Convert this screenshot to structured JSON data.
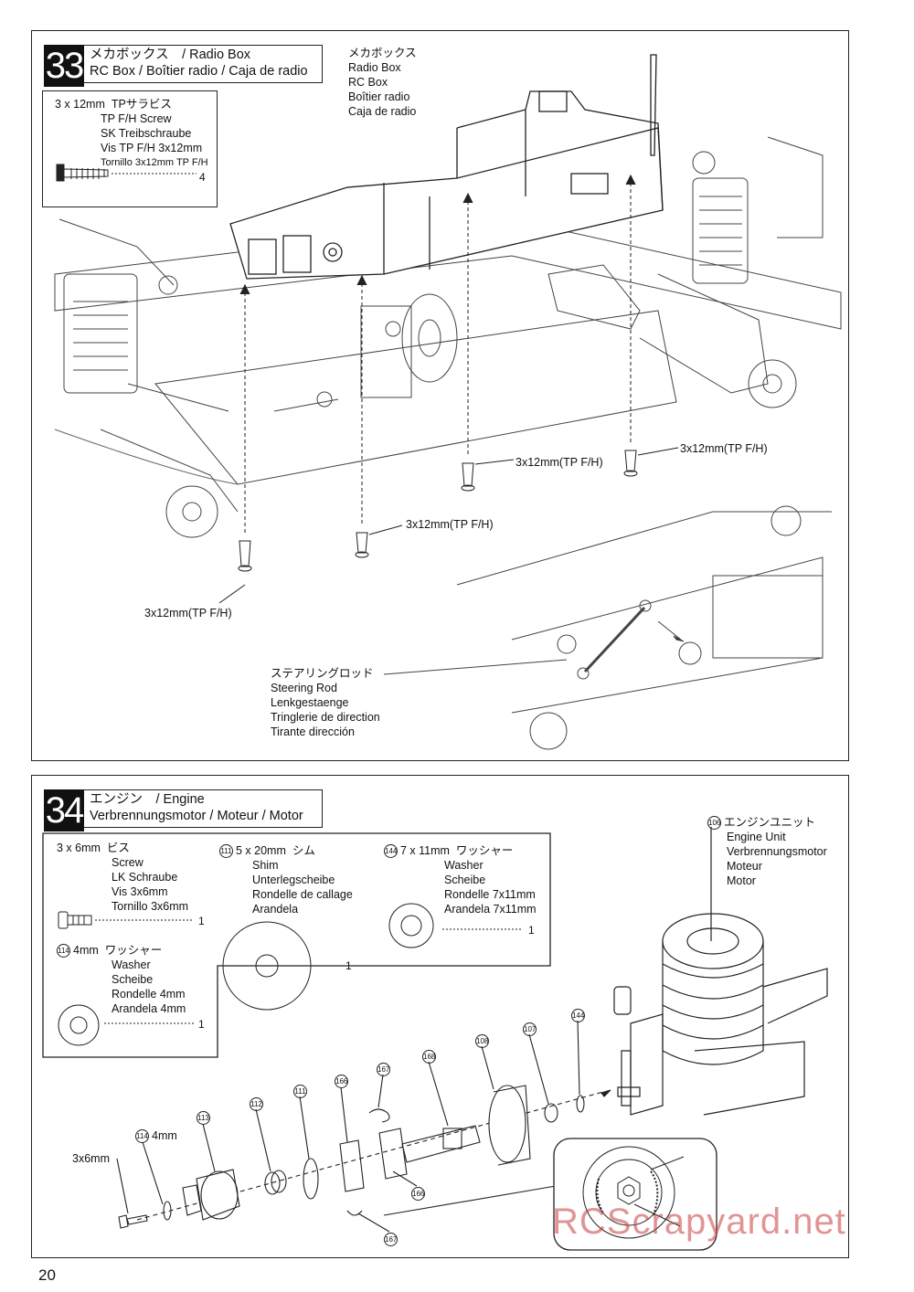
{
  "page_number": "20",
  "watermark": "RCScrapyard.net",
  "step33": {
    "number": "33",
    "title_line1": "メカボックス　/ Radio Box",
    "title_line2": "RC Box / Boîtier radio / Caja de radio",
    "part": {
      "size": "3 x 12mm",
      "names": [
        "TPサラビス",
        "TP F/H Screw",
        "SK Treibschraube",
        "Vis TP F/H 3x12mm",
        "Tornillo 3x12mm TP F/H"
      ],
      "qty": "4"
    },
    "radio_box_label": [
      "メカボックス",
      "Radio Box",
      "RC Box",
      "Boîtier radio",
      "Caja de radio"
    ],
    "screw_labels": [
      "3x12mm(TP F/H)",
      "3x12mm(TP F/H)",
      "3x12mm(TP F/H)",
      "3x12mm(TP F/H)"
    ],
    "steering_rod_label": [
      "ステアリングロッド",
      "Steering Rod",
      "Lenkgestaenge",
      "Tringlerie de direction",
      "Tirante dirección"
    ]
  },
  "step34": {
    "number": "34",
    "title_line1": "エンジン　/ Engine",
    "title_line2": "Verbrennungsmotor / Moteur / Motor",
    "parts": [
      {
        "size": "3 x 6mm",
        "names": [
          "ビス",
          "Screw",
          "LK Schraube",
          "Vis 3x6mm",
          "Tornillo 3x6mm"
        ],
        "qty": "1"
      },
      {
        "num": "114",
        "size": "4mm",
        "names": [
          "ワッシャー",
          "Washer",
          "Scheibe",
          "Rondelle 4mm",
          "Arandela 4mm"
        ],
        "qty": "1"
      },
      {
        "num": "111",
        "size": "5 x 20mm",
        "names": [
          "シム",
          "Shim",
          "Unterlegscheibe",
          "Rondelle de callage",
          "Arandela"
        ],
        "qty": "1"
      },
      {
        "num": "144",
        "size": "7 x 11mm",
        "names": [
          "ワッシャー",
          "Washer",
          "Scheibe",
          "Rondelle 7x11mm",
          "Arandela 7x11mm"
        ],
        "qty": "1"
      }
    ],
    "engine_unit": {
      "num": "106",
      "names": [
        "エンジンユニット",
        "Engine Unit",
        "Verbrennungsmotor",
        "Moteur",
        "Motor"
      ]
    },
    "callouts": [
      "3x6mm",
      "114",
      "4mm",
      "113",
      "112",
      "111",
      "166",
      "167",
      "168",
      "108",
      "107",
      "144",
      "166",
      "167",
      "167",
      "168"
    ]
  }
}
